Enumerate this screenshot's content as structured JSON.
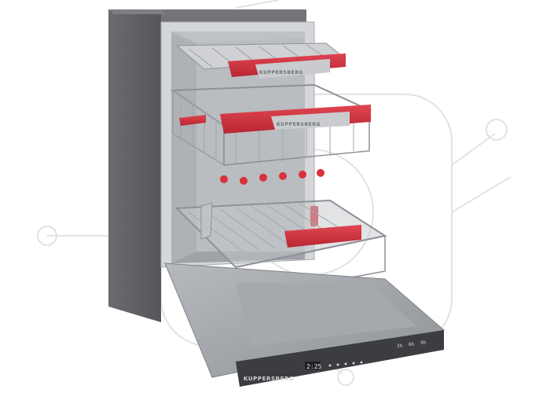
{
  "product": {
    "brand_upper": "KUPPERSBERG",
    "brand_rack": "KUPPERSBERG",
    "brand_door": "KUPPERSBERG"
  },
  "panel": {
    "display": "2:25",
    "time_program_labels": [
      "3h",
      "6h",
      "9h"
    ]
  },
  "colors": {
    "cabinet": "#5e5f63",
    "accent_red": "#d8323c",
    "steel": "#c9cbcf",
    "door": "#8c9095"
  },
  "watermark": {
    "icon": "dishwasher-outline-watermark"
  }
}
